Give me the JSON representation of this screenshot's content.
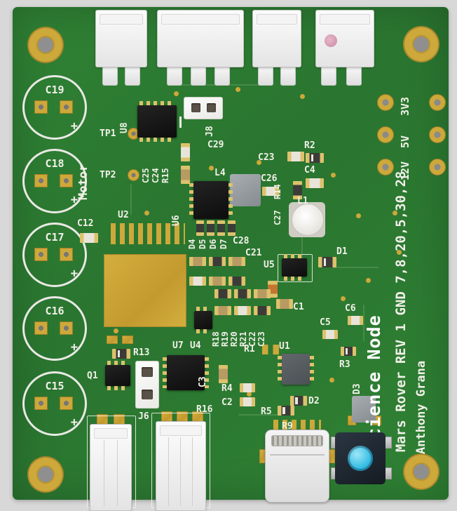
{
  "board": {
    "title": "Science Node",
    "info_line": "Mars Rover REV 1 GND 7,8,20,5,30,28",
    "author": "Anthony Grana",
    "motor_label": "Motor",
    "plus_mark": "+",
    "colors": {
      "soldermask_green": "#2e7d32",
      "silkscreen_white": "#f1f0e8",
      "copper_gold": "#cda83a",
      "button_cap_cyan": "#35bde4"
    }
  },
  "power_labels": {
    "v12": "12V",
    "v5": "5V",
    "v3v3": "3V3"
  },
  "caps_left": [
    "C19",
    "C18",
    "C17",
    "C16",
    "C15"
  ],
  "refdes": {
    "tp1": "TP1",
    "tp2": "TP2",
    "u8": "U8",
    "j8": "J8",
    "c29": "C29",
    "c25": "C25",
    "c24": "C24",
    "r15": "R15",
    "c23_top": "C23",
    "r2": "R2",
    "c4": "C4",
    "l4": "L4",
    "c26": "C26",
    "r14": "R14",
    "l1": "L1",
    "c27": "C27",
    "u2": "U2",
    "u6": "U6",
    "c12": "C12",
    "d4": "D4",
    "d5": "D5",
    "d6": "D6",
    "d7": "D7",
    "c28": "C28",
    "c21": "C21",
    "u5": "U5",
    "c1": "C1",
    "d1": "D1",
    "r18": "R18",
    "r19": "R19",
    "r20": "R20",
    "r21": "R21",
    "c22": "C22",
    "c23_mid": "C23",
    "u7": "U7",
    "u4": "U4",
    "r13": "R13",
    "q1": "Q1",
    "c3": "C3",
    "r1": "R1",
    "u1": "U1",
    "r4": "R4",
    "c2": "C2",
    "r16": "R16",
    "j6": "J6",
    "r5": "R5",
    "d2": "D2",
    "r9": "R9",
    "d3": "D3",
    "c5": "C5",
    "c6": "C6",
    "r3": "R3"
  }
}
